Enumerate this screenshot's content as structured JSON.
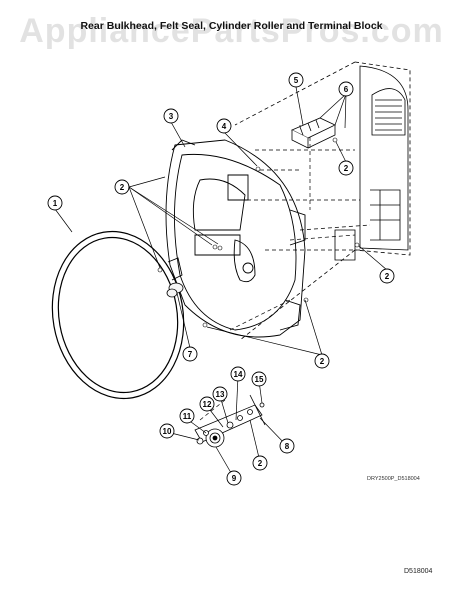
{
  "watermark": "AppliancePartsPros.com",
  "title": "Rear Bulkhead, Felt Seal, Cylinder Roller and Terminal Block",
  "figure_code": "DRY2500P_D518004",
  "figure_id": "D518004",
  "callouts": [
    "1",
    "2",
    "3",
    "4",
    "5",
    "6",
    "7",
    "8",
    "9",
    "10",
    "11",
    "12",
    "13",
    "14",
    "15"
  ]
}
